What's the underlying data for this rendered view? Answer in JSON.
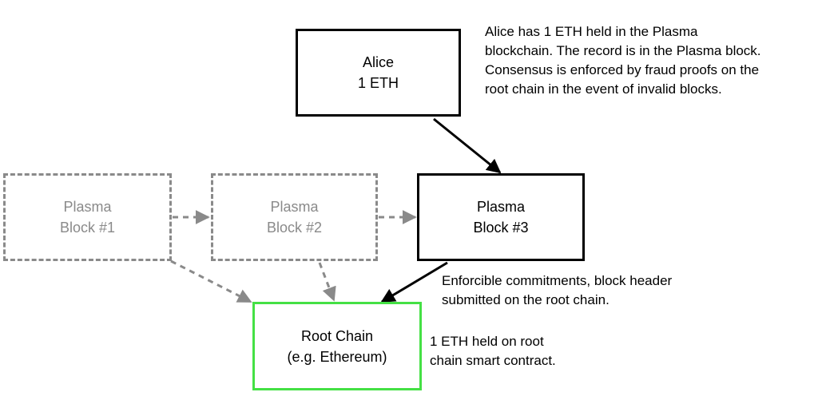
{
  "colors": {
    "solid": "#000000",
    "faded": "#8a8a8a",
    "root_border": "#44e044"
  },
  "nodes": {
    "alice": {
      "line1": "Alice",
      "line2": "1 ETH"
    },
    "block1": {
      "line1": "Plasma",
      "line2": "Block #1"
    },
    "block2": {
      "line1": "Plasma",
      "line2": "Block #2"
    },
    "block3": {
      "line1": "Plasma",
      "line2": "Block #3"
    },
    "root": {
      "line1": "Root Chain",
      "line2": "(e.g. Ethereum)"
    }
  },
  "notes": {
    "alice": [
      "Alice has 1 ETH held in the Plasma",
      "blockchain. The record is in the Plasma block.",
      "Consensus is enforced by fraud proofs on the",
      "root chain in the event of invalid blocks."
    ],
    "commitments": [
      "Enforcible commitments, block header",
      "submitted on the root chain."
    ],
    "root": [
      "1 ETH held on root",
      "chain smart contract."
    ]
  }
}
